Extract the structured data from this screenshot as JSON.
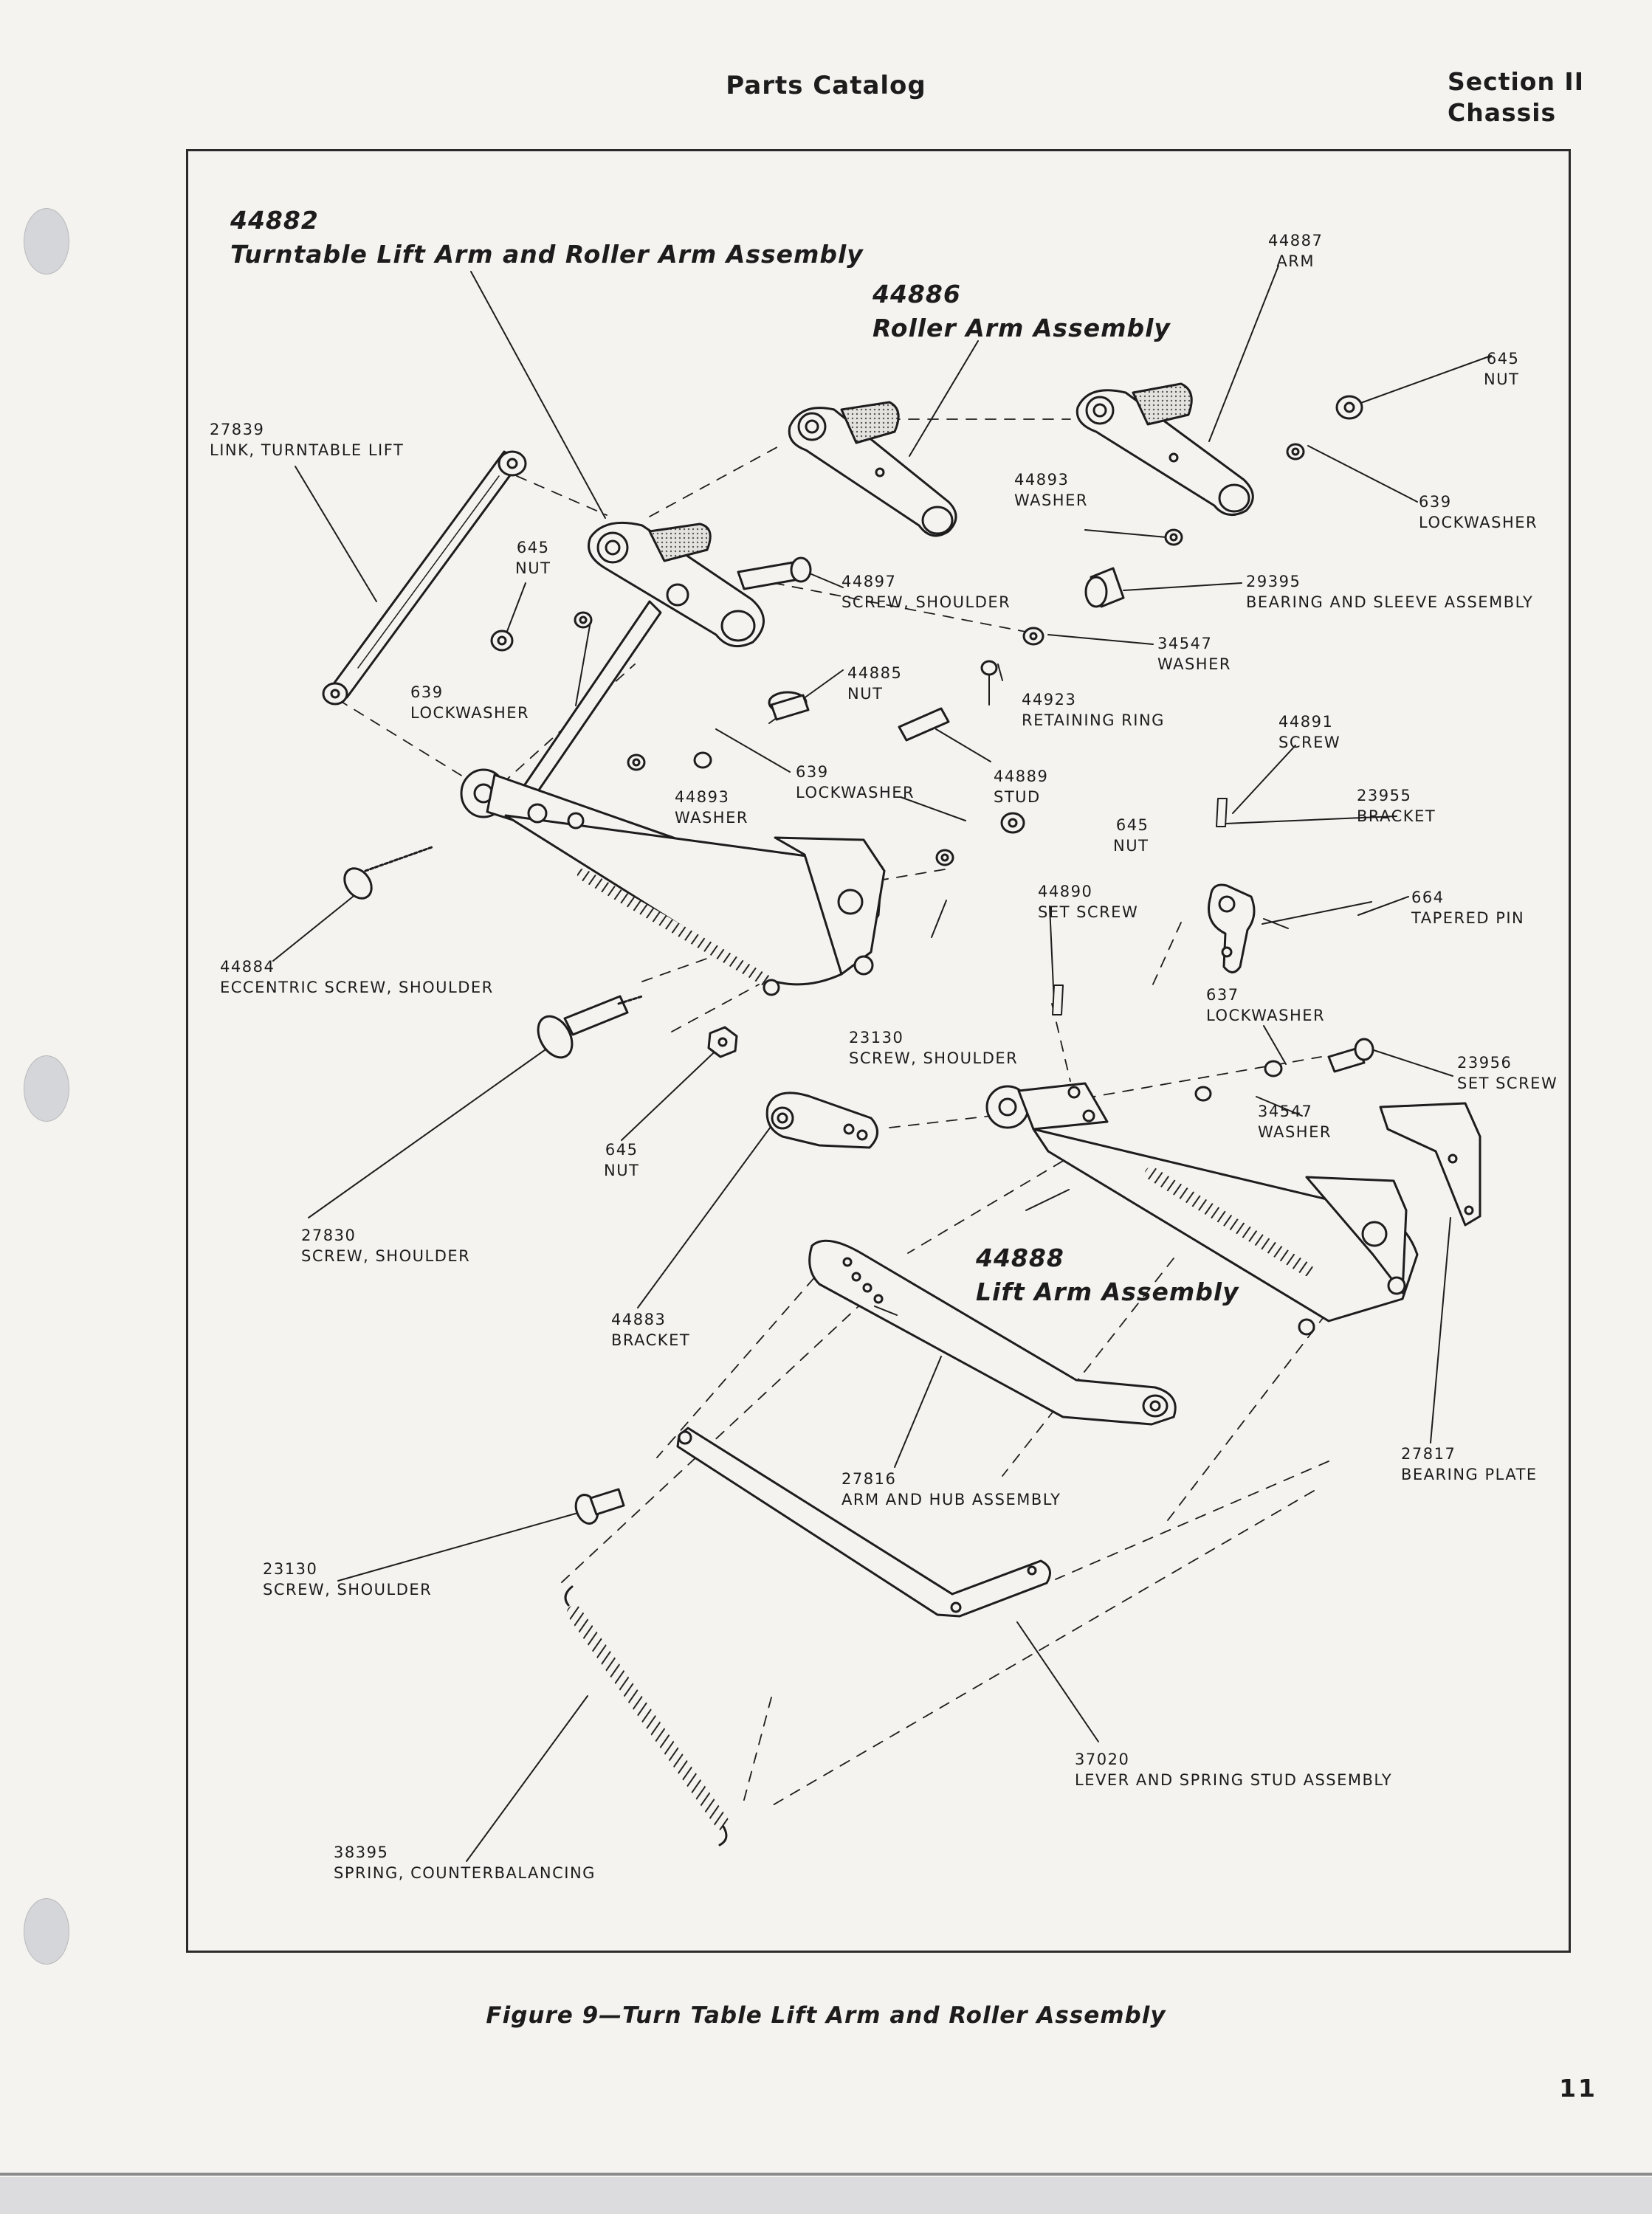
{
  "header": {
    "catalog": "Parts Catalog",
    "section": "Section II",
    "chapter": "Chassis"
  },
  "assemblies": {
    "a44882": {
      "number": "44882",
      "name": "Turntable Lift Arm and Roller Arm Assembly"
    },
    "a44886": {
      "number": "44886",
      "name": "Roller Arm Assembly"
    },
    "a44888": {
      "number": "44888",
      "name": "Lift Arm Assembly"
    }
  },
  "callouts": {
    "c44887": {
      "number": "44887",
      "desc": "ARM"
    },
    "c645a": {
      "number": "645",
      "desc": "NUT"
    },
    "c27839": {
      "number": "27839",
      "desc": "LINK, TURNTABLE LIFT"
    },
    "c44893a": {
      "number": "44893",
      "desc": "WASHER"
    },
    "c639a": {
      "number": "639",
      "desc": "LOCKWASHER"
    },
    "c645b": {
      "number": "645",
      "desc": "NUT"
    },
    "c44897": {
      "number": "44897",
      "desc": "SCREW, SHOULDER"
    },
    "c29395": {
      "number": "29395",
      "desc": "BEARING AND SLEEVE ASSEMBLY"
    },
    "c34547a": {
      "number": "34547",
      "desc": "WASHER"
    },
    "c639b": {
      "number": "639",
      "desc": "LOCKWASHER"
    },
    "c44885": {
      "number": "44885",
      "desc": "NUT"
    },
    "c44923": {
      "number": "44923",
      "desc": "RETAINING RING"
    },
    "c44891": {
      "number": "44891",
      "desc": "SCREW"
    },
    "c639c": {
      "number": "639",
      "desc": "LOCKWASHER"
    },
    "c44893b": {
      "number": "44893",
      "desc": "WASHER"
    },
    "c44889": {
      "number": "44889",
      "desc": "STUD"
    },
    "c23955": {
      "number": "23955",
      "desc": "BRACKET"
    },
    "c645c": {
      "number": "645",
      "desc": "NUT"
    },
    "c44890": {
      "number": "44890",
      "desc": "SET SCREW"
    },
    "c664": {
      "number": "664",
      "desc": "TAPERED PIN"
    },
    "c44884": {
      "number": "44884",
      "desc": "ECCENTRIC SCREW, SHOULDER"
    },
    "c23130a": {
      "number": "23130",
      "desc": "SCREW, SHOULDER"
    },
    "c637": {
      "number": "637",
      "desc": "LOCKWASHER"
    },
    "c23956": {
      "number": "23956",
      "desc": "SET SCREW"
    },
    "c34547b": {
      "number": "34547",
      "desc": "WASHER"
    },
    "c645d": {
      "number": "645",
      "desc": "NUT"
    },
    "c27830": {
      "number": "27830",
      "desc": "SCREW, SHOULDER"
    },
    "c44883": {
      "number": "44883",
      "desc": "BRACKET"
    },
    "c27817": {
      "number": "27817",
      "desc": "BEARING PLATE"
    },
    "c27816": {
      "number": "27816",
      "desc": "ARM AND HUB ASSEMBLY"
    },
    "c23130b": {
      "number": "23130",
      "desc": "SCREW, SHOULDER"
    },
    "c37020": {
      "number": "37020",
      "desc": "LEVER AND SPRING STUD ASSEMBLY"
    },
    "c38395": {
      "number": "38395",
      "desc": "SPRING, COUNTERBALANCING"
    }
  },
  "caption": "Figure 9—Turn Table Lift Arm and Roller Assembly",
  "page_number": "11"
}
